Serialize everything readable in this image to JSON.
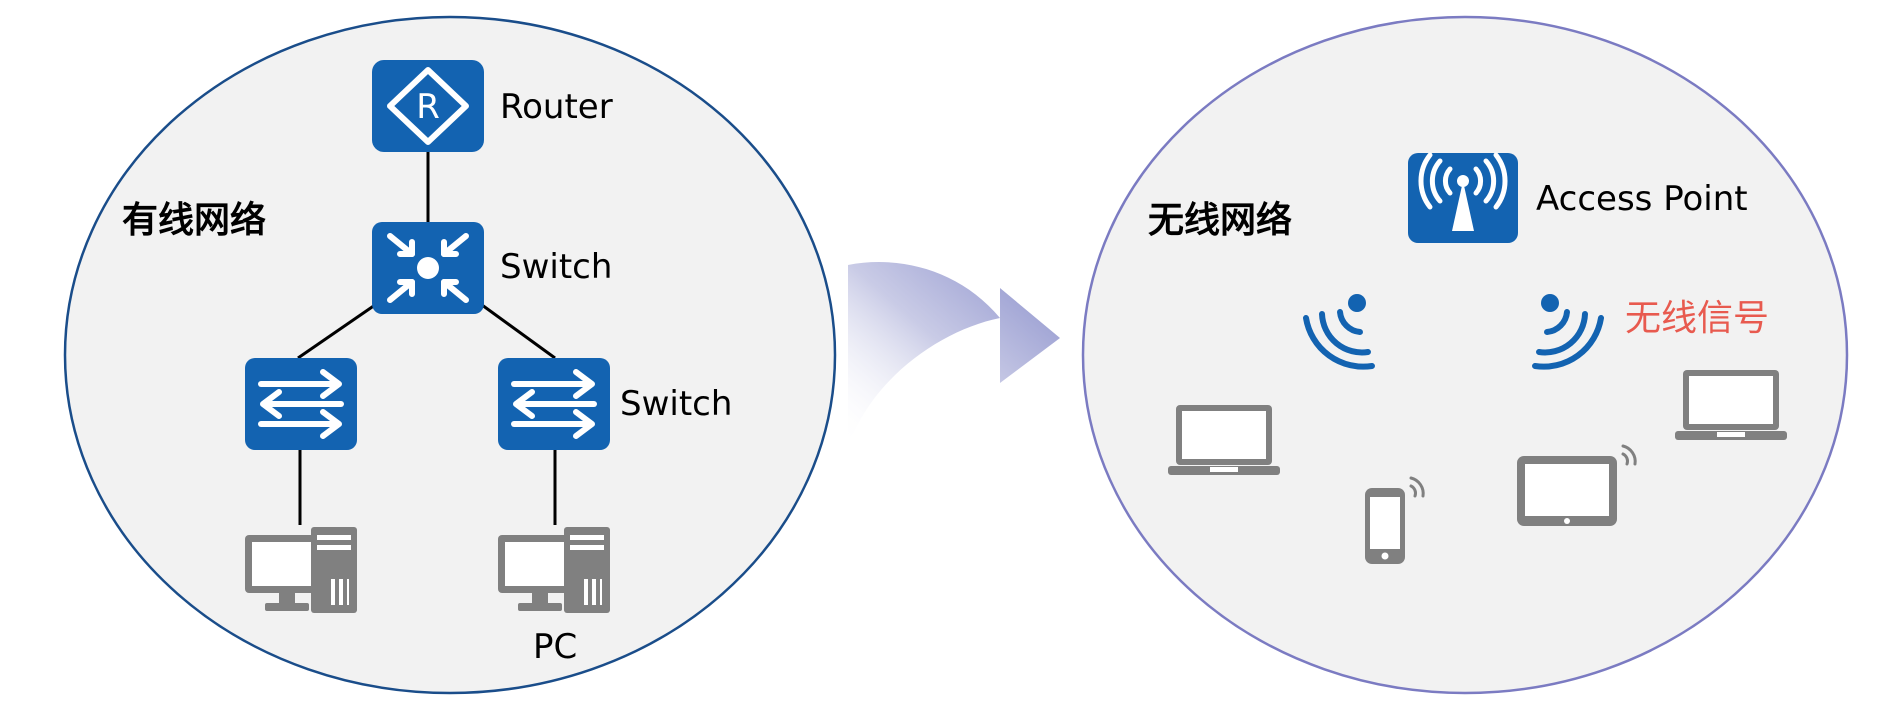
{
  "wired": {
    "title": "有线网络",
    "router_label": "Router",
    "core_switch_label": "Switch",
    "access_switch_label": "Switch",
    "pc_label": "PC"
  },
  "wireless": {
    "title": "无线网络",
    "ap_label": "Access Point",
    "signal_label": "无线信号"
  },
  "colors": {
    "device_blue": "#1363B1",
    "gray_device": "#808080",
    "wired_border": "#1A4D8A",
    "wireless_border": "#7B7BC2",
    "circle_fill": "#F2F2F2",
    "arrow": "#8A8FCB",
    "signal_text": "#E85A4F"
  }
}
